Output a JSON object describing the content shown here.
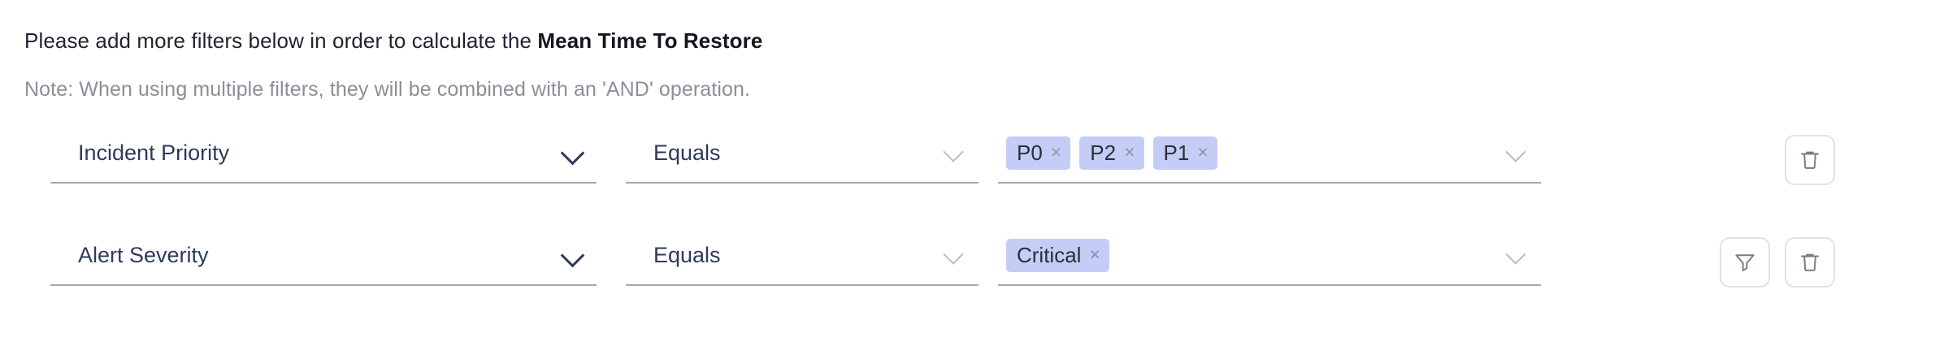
{
  "header": {
    "instruction_prefix": "Please add more filters below in order to calculate the ",
    "instruction_metric": "Mean Time To Restore",
    "note": "Note: When using multiple filters, they will be combined with an 'AND' operation."
  },
  "colors": {
    "chip_background": "#c3cdf6",
    "field_text": "#2e3a59",
    "note_text": "#8a8f98",
    "underline": "#a8a8a8",
    "button_border": "#e2e2e4",
    "icon_stroke": "#797d86"
  },
  "filters": [
    {
      "subject": "Incident Priority",
      "operator": "Equals",
      "values": [
        "P0",
        "P2",
        "P1"
      ],
      "buttons": [
        {
          "name": "delete-filter-button",
          "icon": "trash-icon"
        }
      ]
    },
    {
      "subject": "Alert Severity",
      "operator": "Equals",
      "values": [
        "Critical"
      ],
      "buttons": [
        {
          "name": "add-sub-filter-button",
          "icon": "funnel-icon"
        },
        {
          "name": "delete-filter-button",
          "icon": "trash-icon"
        }
      ]
    }
  ],
  "icons": {
    "chip_remove": "×",
    "chevron_down": "chevron-down-icon"
  }
}
